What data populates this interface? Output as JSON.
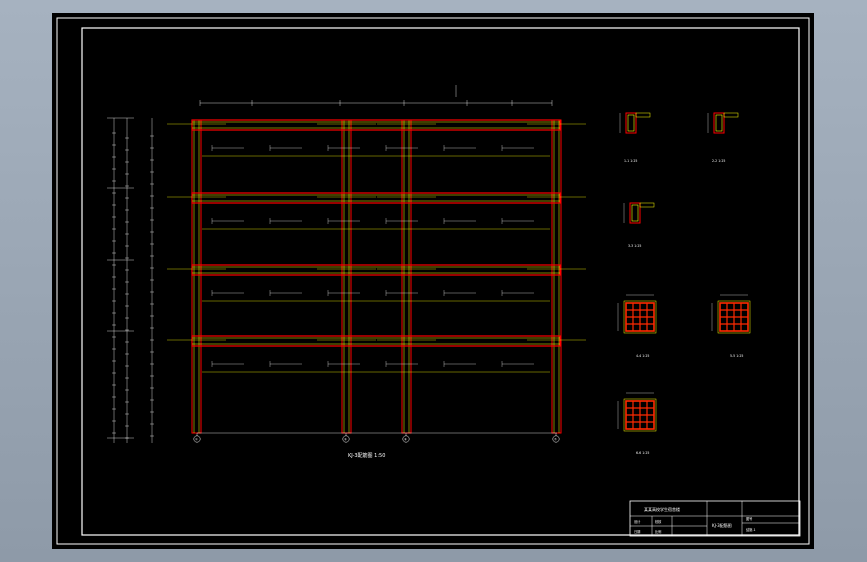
{
  "drawing": {
    "elevation_caption": "KJ-3配筋图 1:50",
    "axis_bubbles": [
      "①",
      "③",
      "⑤",
      "⑦"
    ],
    "colors": {
      "background": "#000000",
      "frame": "#ffffff",
      "beam_outline": "#ff0000",
      "rebar": "#ffff00",
      "dimension": "#ffffff",
      "column_core": "#ff2a00"
    },
    "details": [
      {
        "id": "d1",
        "label": "1-1 1:25"
      },
      {
        "id": "d2",
        "label": "2-2 1:25"
      },
      {
        "id": "d3",
        "label": "3-3 1:25"
      },
      {
        "id": "d4",
        "label": "4-4 1:25"
      },
      {
        "id": "d5",
        "label": "5-5 1:25"
      },
      {
        "id": "d6",
        "label": "6-6 1:25"
      }
    ],
    "title_block": {
      "project": "某某高校学生宿舍楼",
      "sheet_name": "KJ-3配筋图",
      "designer_label": "设计",
      "checker_label": "校核",
      "date_label": "日期",
      "scale_label": "比例",
      "drawing_no_label": "图号",
      "drawing_no": "结施-1"
    }
  }
}
